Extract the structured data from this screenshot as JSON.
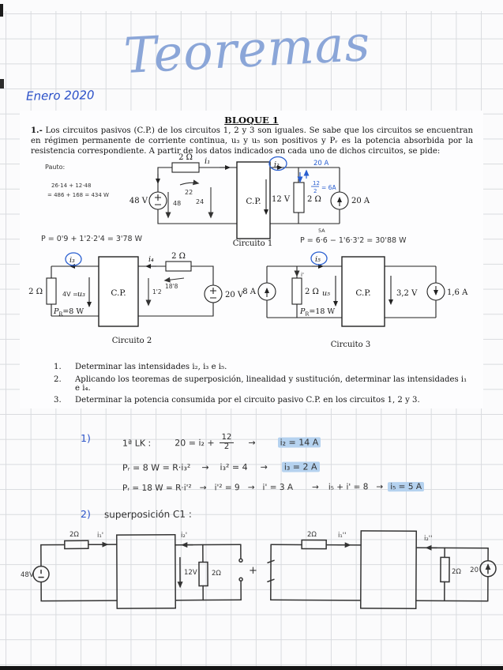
{
  "page": {
    "title": "Teoremas",
    "date": "Enero 2020"
  },
  "doc": {
    "header": "BLOQUE 1",
    "intro_num": "1.-",
    "intro_text": " Los circuitos pasivos (C.P.) de los circuitos 1, 2 y 3 son iguales. Se sabe que los circuitos se encuentran en régimen permanente de corriente continua, u₃ y u₅ son positivos y Pᵣ es la potencia absorbida por la resistencia correspondiente. A partir de los datos indicados en cada uno de dichos circuitos, se pide:",
    "questions": [
      {
        "num": "1.",
        "text": "Determinar las intensidades i₂, i₃ e i₅."
      },
      {
        "num": "2.",
        "text": "Aplicando los teoremas de superposición, linealidad y sustitución, determinar las intensidades i₁ e i₄."
      },
      {
        "num": "3.",
        "text": "Determinar la potencia consumida por el circuito pasivo C.P. en los circuitos 1, 2 y 3."
      }
    ]
  },
  "circuits": {
    "c1": {
      "caption": "Circuito 1",
      "source": "48 V",
      "r_top": "2 Ω",
      "i1": "i₁",
      "i2": "i₂",
      "cp": "C.P.",
      "v_out": "12 V",
      "r_right": "2 Ω",
      "i_src": "20 A"
    },
    "c2": {
      "caption": "Circuito 2",
      "r_left": "2 Ω",
      "i3": "i₃",
      "u3": "u₃",
      "pr_p": "P",
      "pr_sub": "R",
      "pr_rest": "=8 W",
      "cp": "C.P.",
      "i4": "i₄",
      "r_top": "2 Ω",
      "v_src": "20 V"
    },
    "c3": {
      "caption": "Circuito 3",
      "i_src_l": "8 A",
      "r": "2 Ω",
      "u5": "u₅",
      "pr_p": "P",
      "pr_sub": "R",
      "pr_rest": "=18 W",
      "i5": "i₅",
      "cp": "C.P.",
      "v_out": "3,2 V",
      "i_src_r": "1,6 A"
    }
  },
  "hw": {
    "black": {
      "p1a": "Pauto:",
      "p1b": "26·14 + 12·48",
      "p1c": "= 486 + 168 = 434 W",
      "a22": "22",
      "a48": "48",
      "a24": "24",
      "p_c1": "P = 0'9 + 1'2·2'4 = 3'78 W",
      "p_c3_sup": "5A",
      "p_c3": "P = 6·6 − 1'6·3'2 = 30'88 W",
      "c2_u3": "4V =",
      "c2_i": "18'8",
      "c2_v": "1'2",
      "c3_ip": "i'"
    },
    "blue": {
      "a20": "20 A",
      "fnum": "12",
      "fden": "2",
      "feq": "= 6A"
    }
  },
  "solution": {
    "s1": "1)",
    "l1a": "1ª LK :",
    "l1b": "20 = i₂ +",
    "l1n": "12",
    "l1d2": "2",
    "l1arr": "→",
    "l1res": "i₂ = 14 A",
    "l2a": "Pᵣ = 8 W = R·i₃²",
    "l2arr1": "→",
    "l2b": "i₃² = 4",
    "l2arr2": "→",
    "l2res": "i₃ = 2 A",
    "l3a": "Pᵣ = 18 W = R·i'²",
    "l3arr1": "→",
    "l3b": "i'² = 9",
    "l3arr2": "→",
    "l3c": "i' = 3 A",
    "l3arr3": "→",
    "l3d": "i₅ + i' = 8",
    "l3arr4": "→",
    "l3res": "i₅ = 5 A",
    "s2": "2)",
    "s2t": "superposición  C1 :"
  },
  "sketch": {
    "left": {
      "v": "48V",
      "r1": "2Ω",
      "i1": "i₁'",
      "i2": "i₂'",
      "v12": "12V",
      "r2": "2Ω"
    },
    "plus": "+",
    "right": {
      "r1": "2Ω",
      "i1": "i₁''",
      "i2": "i₂''",
      "r2": "2Ω",
      "src": "20"
    }
  }
}
